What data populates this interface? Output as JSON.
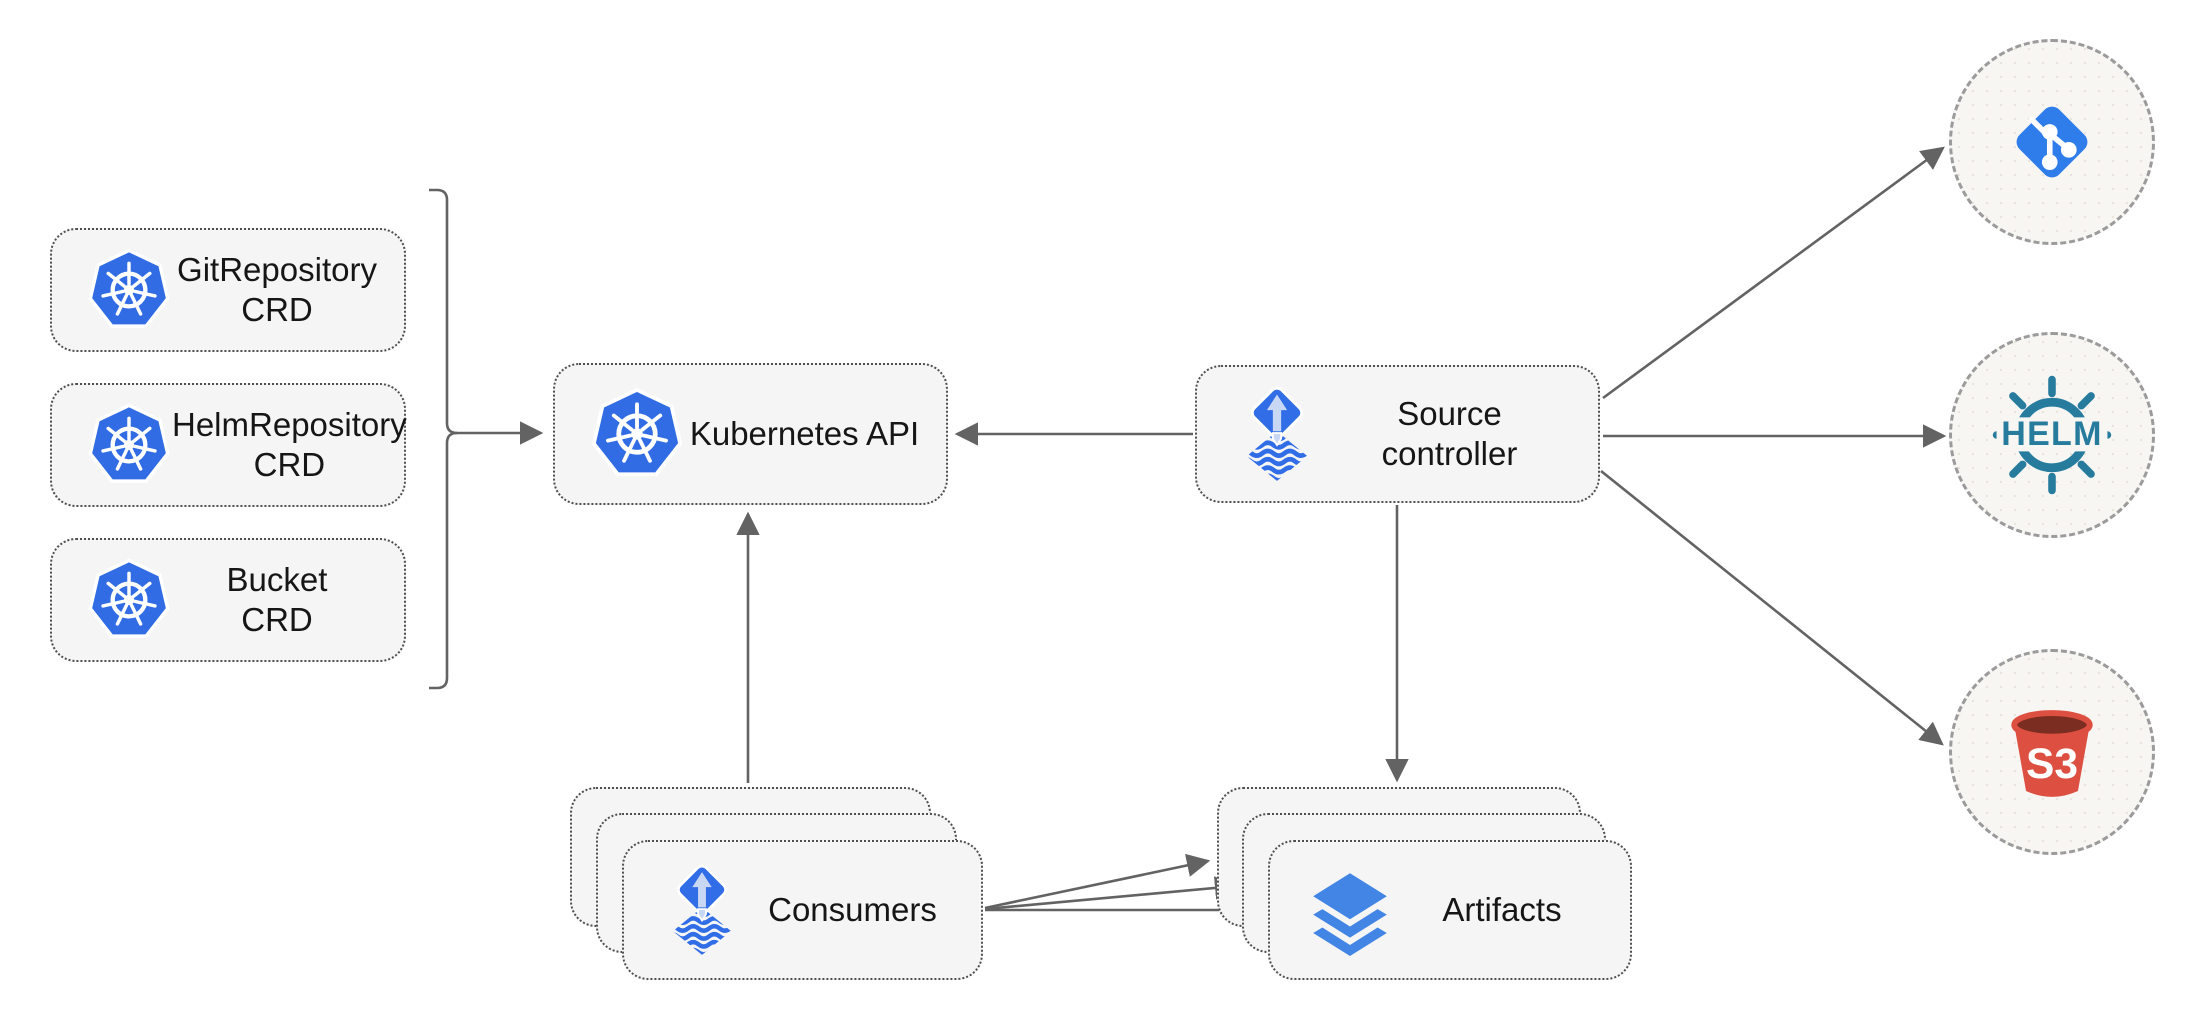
{
  "colors": {
    "canvas_bg": "#ffffff",
    "line_color": "#636363",
    "box_fill": "#f5f5f5",
    "box_border": "#4f4f4f",
    "circle_fill": "#f7f6f3",
    "circle_border": "#9b9b9b",
    "text_color": "#161616",
    "k8s_blue": "#326ce5",
    "flux_blue": "#316de6",
    "flux_arrow": "#c7d7f4",
    "layers_blue": "#4285e4",
    "git_blue": "#2f7deb",
    "helm_teal": "#277c9e",
    "s3_red": "#dd5041",
    "s3_dark": "#7c2d21"
  },
  "nodes": {
    "git_repository_crd": {
      "line1": "GitRepository",
      "line2": "CRD"
    },
    "helm_repository_crd": {
      "line1": "HelmRepository",
      "line2": "CRD"
    },
    "bucket_crd": {
      "line1": "Bucket",
      "line2": "CRD"
    },
    "kubernetes_api": {
      "label": "Kubernetes API"
    },
    "source_controller": {
      "line1": "Source",
      "line2": "controller"
    },
    "consumers": {
      "label": "Consumers"
    },
    "artifacts": {
      "label": "Artifacts"
    },
    "helm_registry": {
      "label": "HELM"
    },
    "s3_bucket": {
      "label": "S3"
    }
  },
  "icons": {
    "kubernetes-icon": "blue heptagon with white ship wheel",
    "flux-icon": "blue diamond with light up-arrow over wavy striped diamond",
    "layers-icon": "three stacked blue diamond layers",
    "git-icon": "blue rotated square with white branch nodes",
    "helm-icon": "teal ship wheel with HELM wordmark",
    "s3-bucket-icon": "red bucket with white S3 wordmark"
  },
  "edges": [
    {
      "from": "crd_bracket",
      "to": "kubernetes_api"
    },
    {
      "from": "source_controller",
      "to": "kubernetes_api"
    },
    {
      "from": "consumers",
      "to": "kubernetes_api"
    },
    {
      "from": "source_controller",
      "to": "artifacts"
    },
    {
      "from": "source_controller",
      "to": "git"
    },
    {
      "from": "source_controller",
      "to": "helm_registry"
    },
    {
      "from": "source_controller",
      "to": "s3_bucket"
    },
    {
      "from": "consumers",
      "to": "artifacts_back"
    },
    {
      "from": "consumers",
      "to": "artifacts_mid"
    },
    {
      "from": "consumers",
      "to": "artifacts_front"
    }
  ]
}
